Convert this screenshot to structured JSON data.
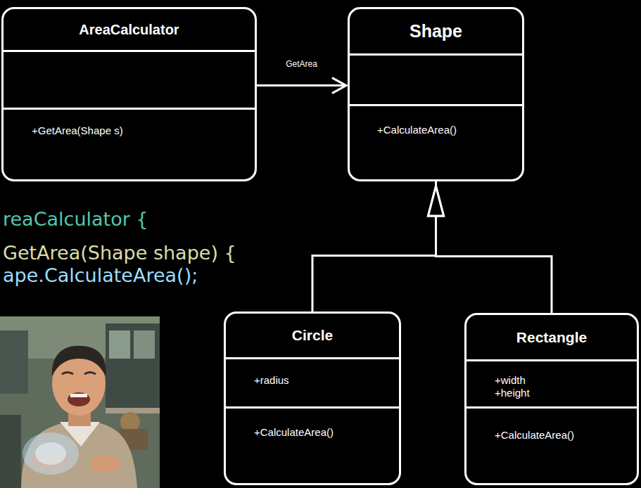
{
  "diagram": {
    "nodes": [
      {
        "text": [
          "AreaCalculator",
          "+GetArea(Shape s)"
        ]
      },
      {
        "text": [
          "Shape",
          "+CalculateArea()"
        ]
      },
      {
        "text": [
          "Circle",
          "+radius",
          "+CalculateArea()"
        ]
      },
      {
        "text": [
          "Rectangle",
          "+width +height",
          "+CalculateArea()"
        ]
      }
    ],
    "edges": [
      {
        "from": 0,
        "to": 1,
        "arrow": "to",
        "label": "GetArea"
      },
      {
        "from": 2,
        "to": 1,
        "arrow": "to"
      },
      {
        "from": 3,
        "to": 1,
        "arrow": "to"
      }
    ],
    "labels": [
      "reaCalculator {",
      "GetArea(Shape shape) {",
      "ape.CalculateArea();"
    ]
  }
}
